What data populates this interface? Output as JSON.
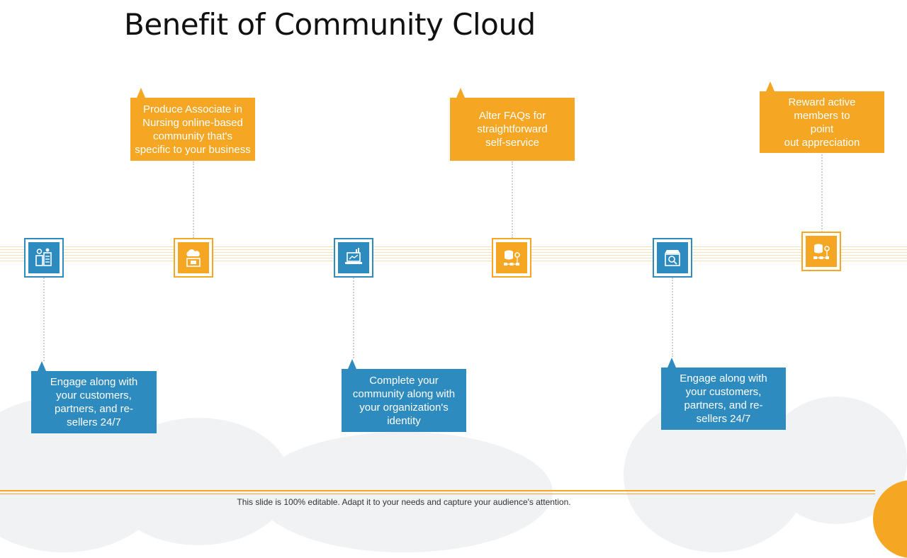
{
  "title": "Benefit of Community Cloud",
  "colors": {
    "orange": "#f5a623",
    "blue": "#2e8bc0"
  },
  "nodes": [
    {
      "icon": "building-people-icon",
      "color": "blue"
    },
    {
      "icon": "cloud-computer-icon",
      "color": "orange"
    },
    {
      "icon": "laptop-chart-icon",
      "color": "blue"
    },
    {
      "icon": "database-network-icon",
      "color": "orange"
    },
    {
      "icon": "store-search-icon",
      "color": "blue"
    },
    {
      "icon": "database-network-icon",
      "color": "orange"
    }
  ],
  "callouts": {
    "top": [
      "Produce Associate in\nNursing online-based\ncommunity  that's\nspecific to your  business",
      "Alter FAQs for\nstraightforward\nself-service",
      "Reward active\nmembers to\npoint\nout appreciation"
    ],
    "bottom": [
      "Engage along with\nyour customers,\npartners, and re-\nsellers 24/7",
      "Complete your\ncommunity  along with\nyour organization's\nidentity",
      "Engage along with\nyour customers,\npartners, and re-\nsellers 24/7"
    ]
  },
  "footer": "This slide is 100% editable. Adapt it to your needs and capture your audience's attention."
}
